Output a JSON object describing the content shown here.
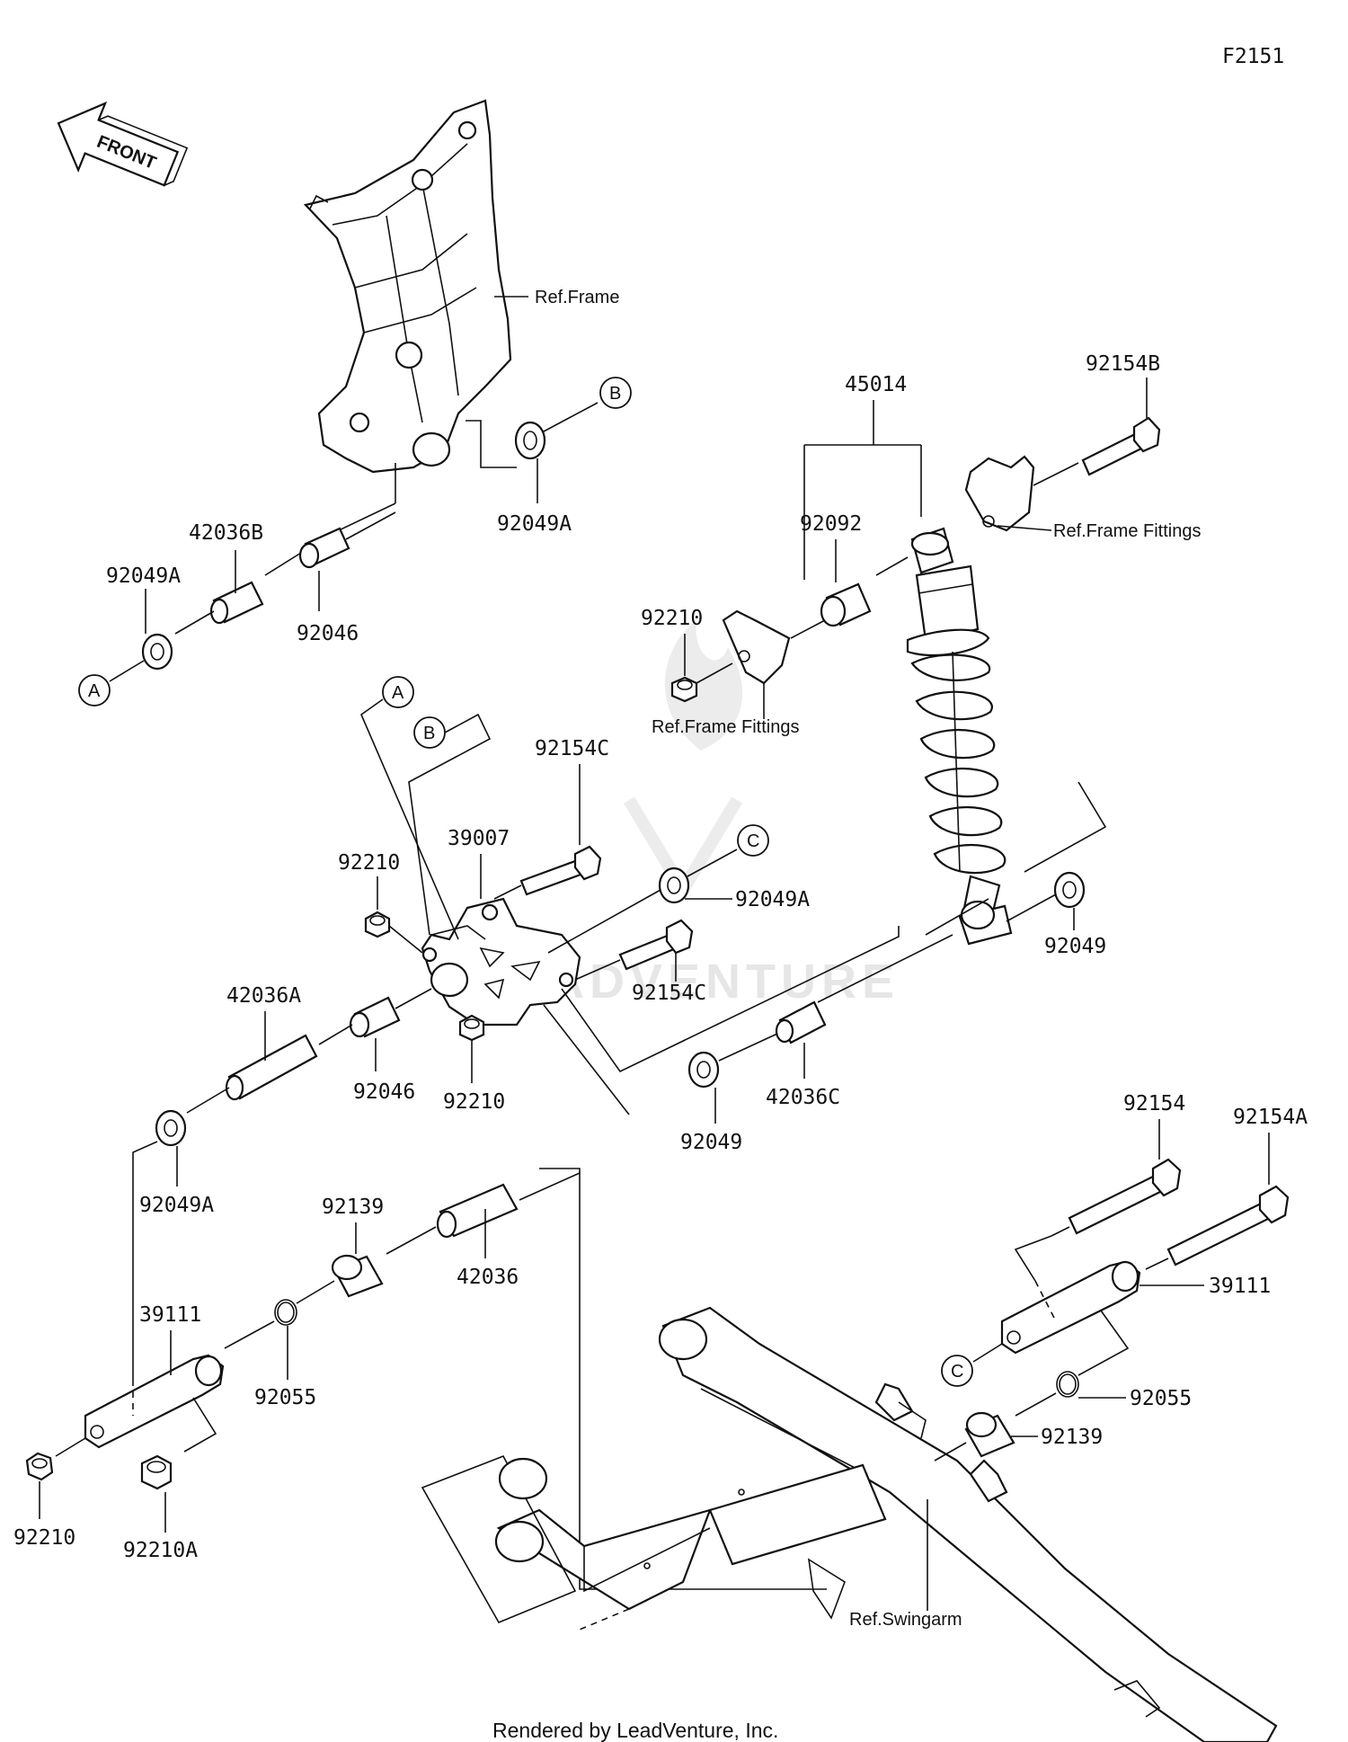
{
  "figure_code": "F2151",
  "front_label": "FRONT",
  "watermark": "LEADVENTURE",
  "footer": "Rendered by LeadVenture, Inc.",
  "callouts": {
    "a": "A",
    "b": "B",
    "c": "C"
  },
  "labels": {
    "ref_frame": "Ref.Frame",
    "ref_frame_fittings_upper": "Ref.Frame Fittings",
    "ref_frame_fittings_lower": "Ref.Frame Fittings",
    "ref_swingarm": "Ref.Swingarm",
    "p45014": "45014",
    "p92154B": "92154B",
    "p92092": "92092",
    "p92210_top": "92210",
    "p92049A_top": "92049A",
    "p42036B": "42036B",
    "p92049A_left": "92049A",
    "p92046_top": "92046",
    "p92154C_top": "92154C",
    "p39007": "39007",
    "p92210_mid": "92210",
    "p92049A_mid": "92049A",
    "p92049_right": "92049",
    "p92154C_mid": "92154C",
    "p42036A": "42036A",
    "p92046_mid": "92046",
    "p92210_low": "92210",
    "p92049_low": "92049",
    "p42036C": "42036C",
    "p92049A_low": "92049A",
    "p92139_left": "92139",
    "p42036": "42036",
    "p39111_left": "39111",
    "p92055_left": "92055",
    "p92210_bottom": "92210",
    "p92210A": "92210A",
    "p92154": "92154",
    "p92154A": "92154A",
    "p39111_right": "39111",
    "p92055_right": "92055",
    "p92139_right": "92139"
  }
}
